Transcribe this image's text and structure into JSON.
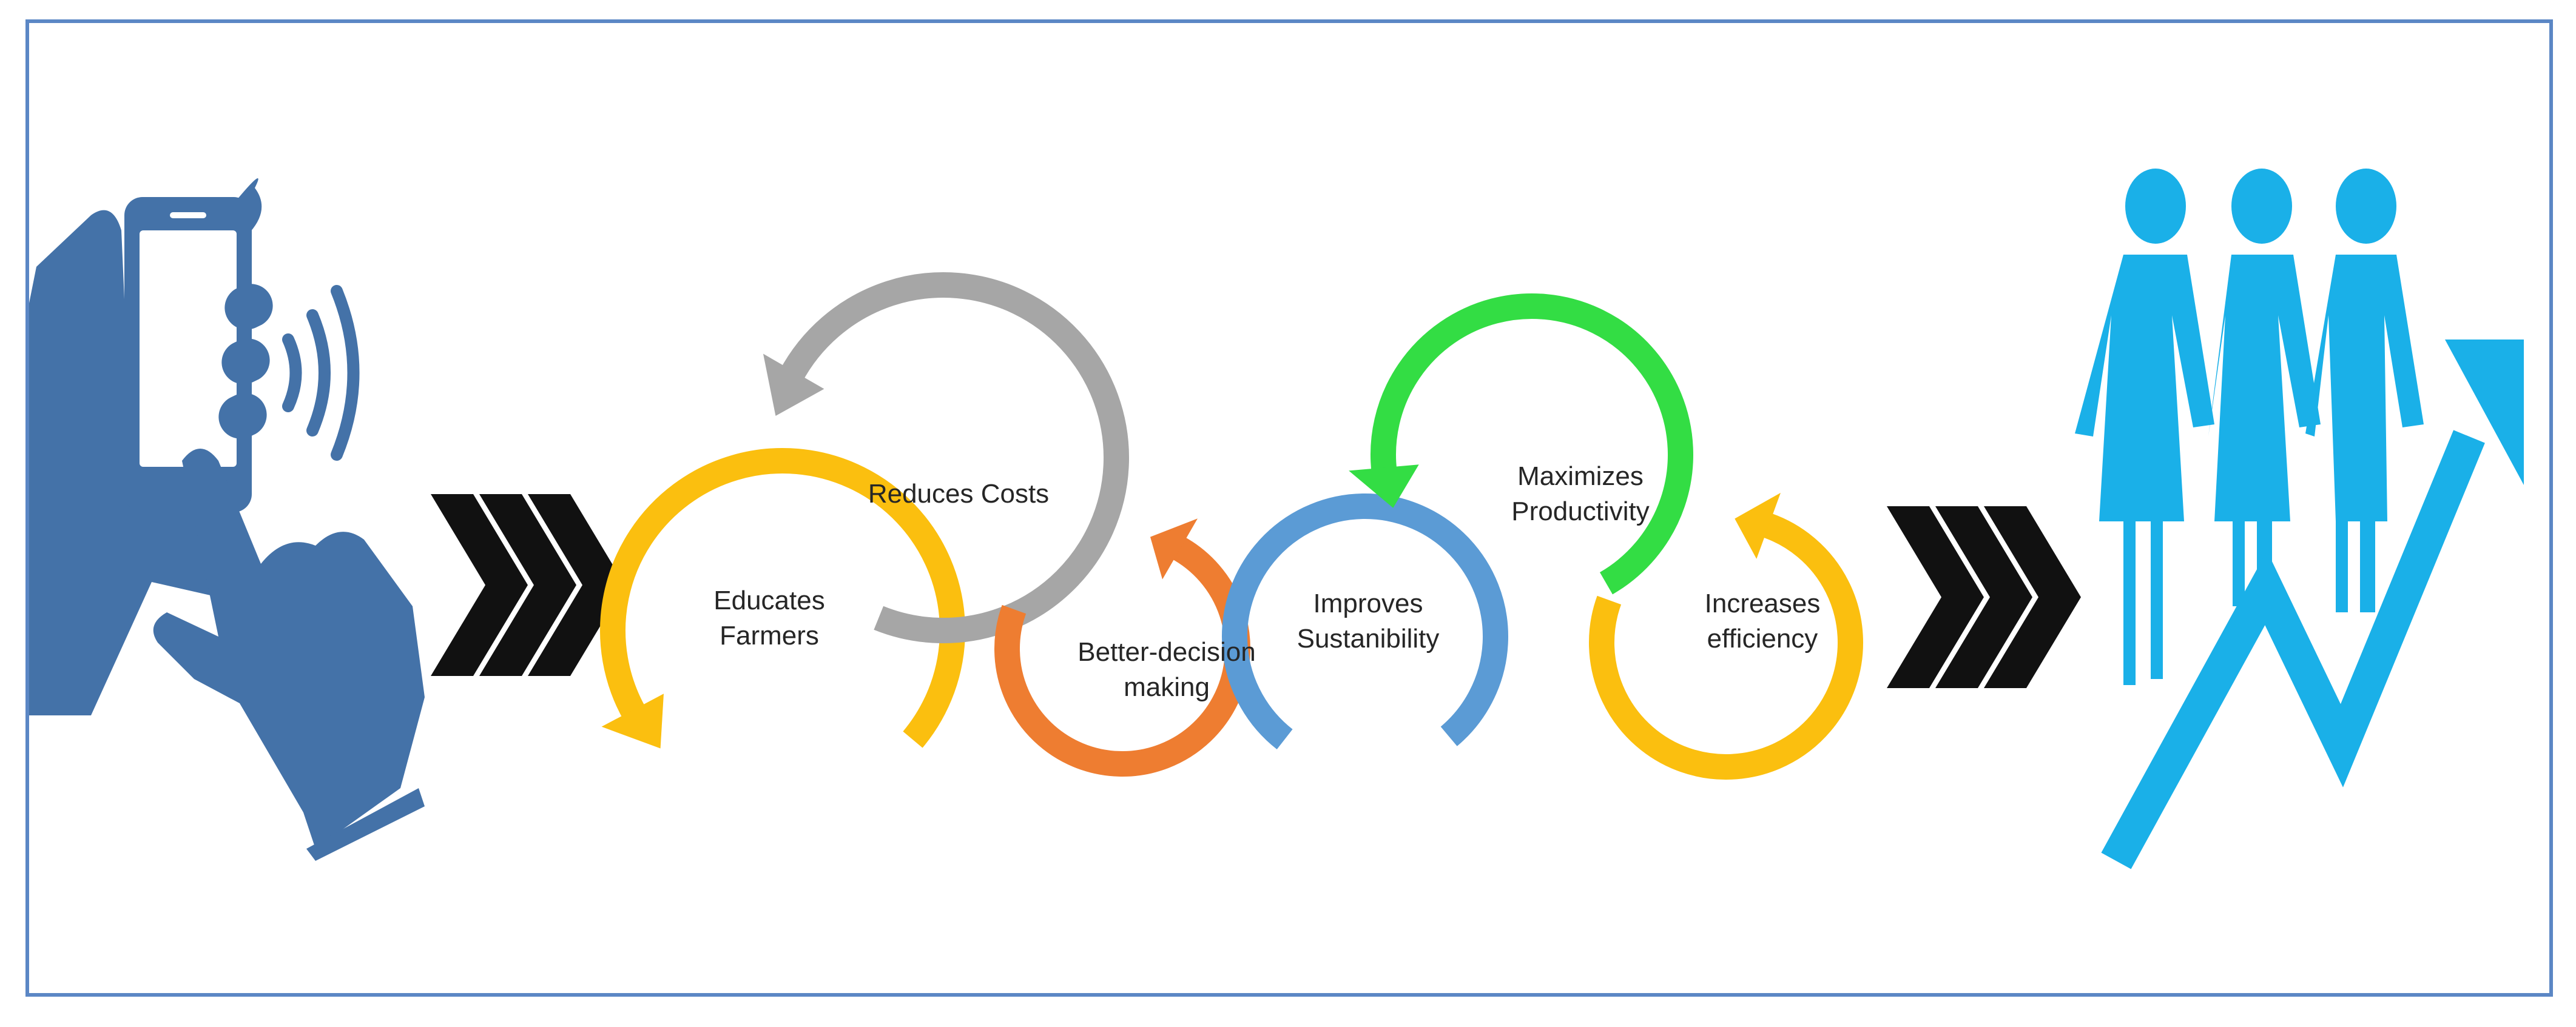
{
  "colors": {
    "frame": "#5b87c5",
    "phone_hand": "#4472a8",
    "chevrons": "#111111",
    "people_growth": "#1ab0e8",
    "yellow": "#fbbf0f",
    "gray": "#a6a6a6",
    "orange": "#ee7d31",
    "blue": "#5b9bd5",
    "green": "#33dd44"
  },
  "icons": {
    "left": "hand-holding-smartphone-icon",
    "right": "people-growth-arrow-icon",
    "chevrons": "triple-chevron-right-icon"
  },
  "cycles": [
    {
      "id": "educates",
      "color": "yellow",
      "label": [
        "Educates",
        "Farmers"
      ]
    },
    {
      "id": "reduces",
      "color": "gray",
      "label": [
        "Reduces Costs"
      ]
    },
    {
      "id": "better",
      "color": "orange",
      "label": [
        "Better-decision",
        "making"
      ]
    },
    {
      "id": "improves",
      "color": "blue",
      "label": [
        "Improves",
        "Sustanibility"
      ]
    },
    {
      "id": "maximizes",
      "color": "green",
      "label": [
        "Maximizes",
        "Productivity"
      ]
    },
    {
      "id": "increases",
      "color": "yellow",
      "label": [
        "Increases",
        "efficiency"
      ]
    }
  ]
}
